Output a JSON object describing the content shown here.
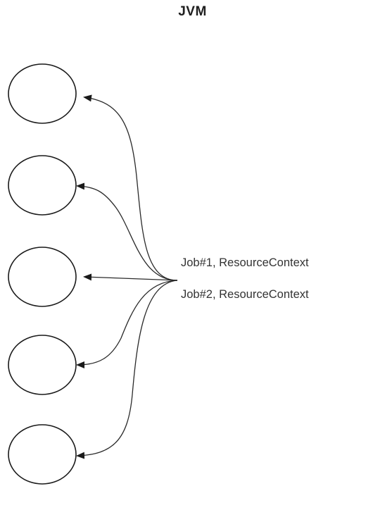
{
  "diagram": {
    "title": "JVM",
    "labels": [
      "Job#1, ResourceContext",
      "Job#2, ResourceContext"
    ],
    "nodes": [
      {
        "name": "node-1",
        "text": ""
      },
      {
        "name": "node-2",
        "text": ""
      },
      {
        "name": "node-3",
        "text": ""
      },
      {
        "name": "node-4",
        "text": ""
      },
      {
        "name": "node-5",
        "text": ""
      }
    ],
    "colors": {
      "stroke": "#1a1a1a",
      "text": "#333333",
      "background": "#ffffff"
    }
  }
}
